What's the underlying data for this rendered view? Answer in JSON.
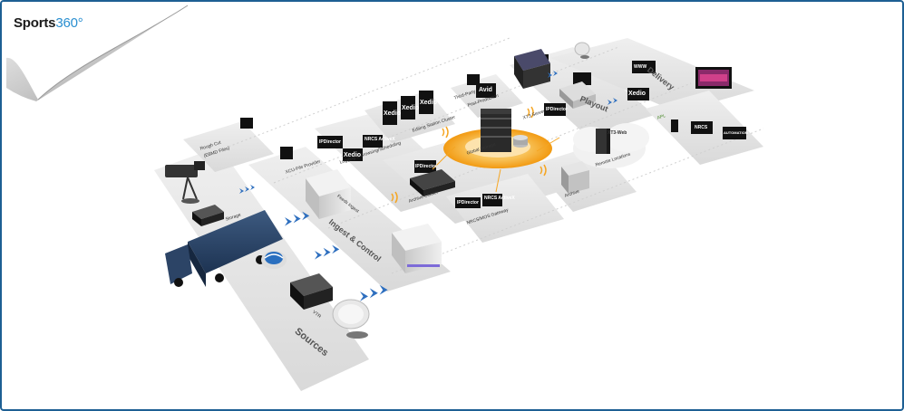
{
  "brand": {
    "name": "Sports",
    "number": "360°"
  },
  "zones": {
    "sources": "Sources",
    "ingest": "Ingest & Control",
    "playout": "Playout",
    "delivery": "Delivery"
  },
  "labels": {
    "rough_cut": "Rough Cut",
    "ebmd_files": "(EBMD Files)",
    "storage": "Storage",
    "vtr": "VTR",
    "xedio_file_provider": "XCU-File Provider",
    "feeds_ingest": "Feeds Ingest",
    "logging_browsing": "Logging & Browsing/Scheduling",
    "editing_station": "Editing Station Cluster",
    "third_party": "Third-Party",
    "post_production": "Post-Production",
    "global_storage": "Global Storage",
    "archive_cluster": "Archive Cluster",
    "nrcs_gateway": "NRCS/MOS Gateway",
    "xt_server": "XT3 Server",
    "archive": "Archive",
    "remote_locations": "Remote Locations",
    "apl": "APL"
  },
  "screens": {
    "idirector": "IPDirector",
    "xedio": "Xedio",
    "nrcs_activex": "NRCS ActiveX",
    "avid": "Avid",
    "xt3_web": "XT3-Web",
    "www": "WWW",
    "nrcs": "NRCS",
    "automation": "AUTOMATION"
  },
  "colors": {
    "frame": "#1d5f93",
    "accent": "#2a8fd0",
    "arrow": "#2e6fbf",
    "storage_ring": "#f5a623"
  }
}
